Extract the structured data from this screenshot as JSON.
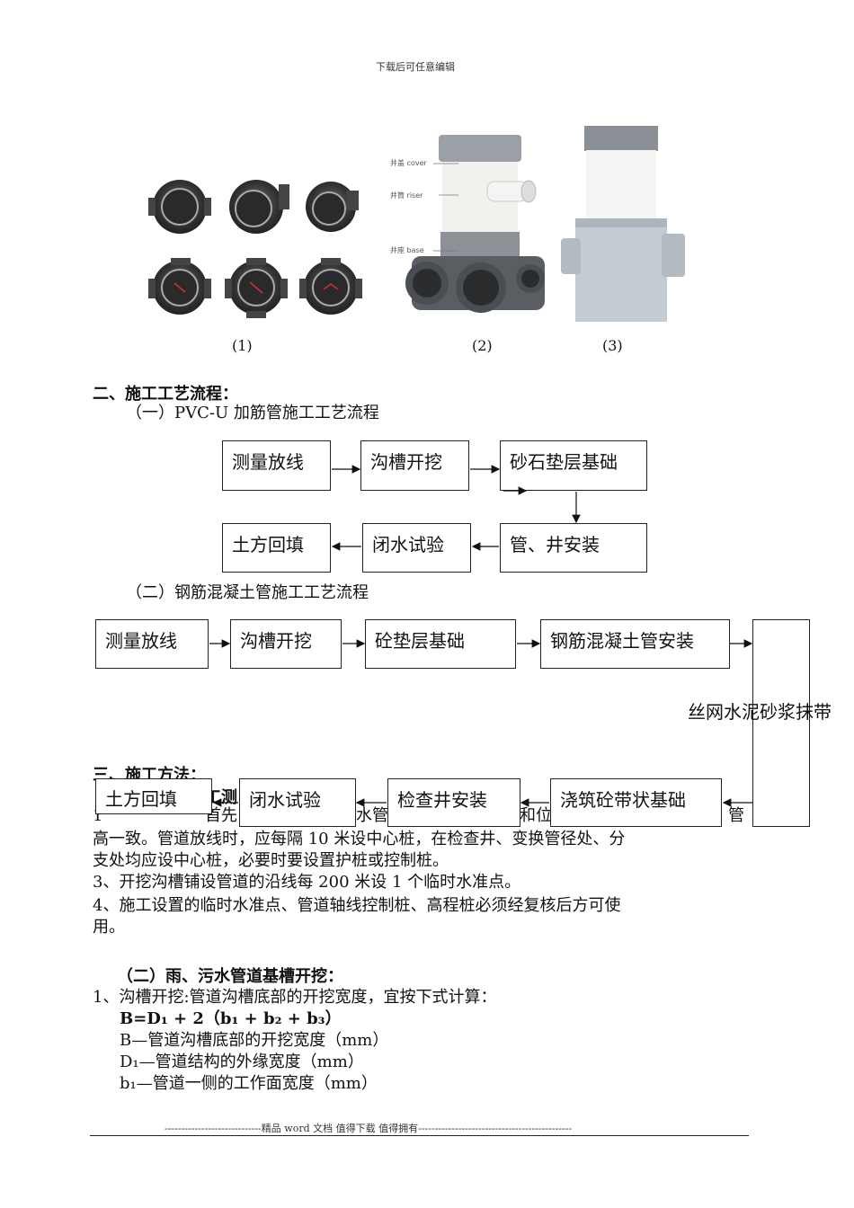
{
  "header": {
    "text": "下载后可任意编辑"
  },
  "figures": {
    "captions": [
      "(1)",
      "(2)",
      "(3)"
    ],
    "labels": [
      "井盖 cover",
      "井筒 riser",
      "井座 base"
    ]
  },
  "section2": {
    "title": "二、施工工艺流程：",
    "sub1": "（一）PVC-U 加筋管施工工艺流程",
    "flow1": [
      "测量放线",
      "沟槽开挖",
      "砂石垫层基础",
      "管、井安装",
      "闭水试验",
      "土方回填"
    ],
    "sub2": "（二）钢筋混凝土管施工工艺流程",
    "flow2": [
      "测量放线",
      "沟槽开挖",
      "砼垫层基础",
      "钢筋混凝土管安装",
      "丝网水泥砂浆抹带",
      "浇筑砼带状基础",
      "检查井安装",
      "闭水试验",
      "土方回填"
    ]
  },
  "section3": {
    "title": "三、施工方法：",
    "frag1": "工测",
    "frag2": "1",
    "frag3": "首先",
    "frag4": "水管",
    "frag5": "和位",
    "frag6": "管",
    "line1": "高一致。管道放线时，应每隔 10 米设中心桩，在检查井、变换管径处、分",
    "line2": "支处均应设中心桩，必要时要设置护桩或控制桩。",
    "line3": "3、开挖沟槽铺设管道的沿线每 200 米设 1 个临时水准点。",
    "line4": "4、施工设置的临时水准点、管道轴线控制桩、高程桩必须经复核后方可使",
    "line5": "用。",
    "sub": "（二）雨、污水管道基槽开挖：",
    "p1": "1、沟槽开挖:管道沟槽底部的开挖宽度，宜按下式计算：",
    "formula": "B=D₁ + 2（b₁ + b₂ + b₃）",
    "d1": "B—管道沟槽底部的开挖宽度（mm）",
    "d2": "D₁—管道结构的外缘宽度（mm）",
    "d3": "b₁—管道一侧的工作面宽度（mm）"
  },
  "footer": {
    "text": "-----------------------------精品 word 文档 值得下载 值得拥有----------------------------------------------"
  }
}
